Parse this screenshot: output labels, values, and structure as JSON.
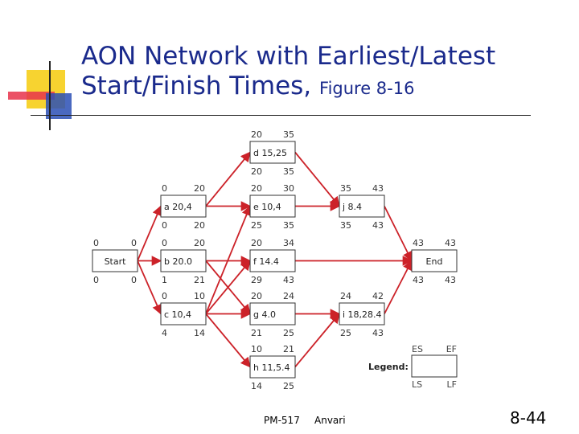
{
  "slide": {
    "title_line1": "AON Network with Earliest/Latest",
    "title_line2_main": "Start/Finish Times,",
    "title_line2_small": "Figure 8-16",
    "footer_course": "PM-517",
    "footer_author": "Anvari",
    "page_number": "8-44"
  },
  "colors": {
    "title": "#1a2a8c",
    "arrow": "#cc2229",
    "node_border": "#333333",
    "accent_yellow": "#f7d330",
    "accent_red": "#e8324b",
    "accent_blue": "#2a4fb5"
  },
  "nodes": [
    {
      "id": "start",
      "label": "Start",
      "es": "0",
      "ef": "0",
      "ls": "0",
      "lf": "0"
    },
    {
      "id": "a",
      "label": "a 20,4",
      "es": "0",
      "ef": "20",
      "ls": "0",
      "lf": "20"
    },
    {
      "id": "b",
      "label": "b 20.0",
      "es": "0",
      "ef": "20",
      "ls": "1",
      "lf": "21"
    },
    {
      "id": "c",
      "label": "c 10,4",
      "es": "0",
      "ef": "10",
      "ls": "4",
      "lf": "14"
    },
    {
      "id": "d",
      "label": "d 15,25",
      "es": "20",
      "ef": "35",
      "ls": "20",
      "lf": "35"
    },
    {
      "id": "e",
      "label": "e 10,4",
      "es": "20",
      "ef": "30",
      "ls": "25",
      "lf": "35"
    },
    {
      "id": "f",
      "label": "f 14.4",
      "es": "20",
      "ef": "34",
      "ls": "29",
      "lf": "43"
    },
    {
      "id": "g",
      "label": "g 4.0",
      "es": "20",
      "ef": "24",
      "ls": "21",
      "lf": "25"
    },
    {
      "id": "h",
      "label": "h 11,5.4",
      "es": "10",
      "ef": "21",
      "ls": "14",
      "lf": "25"
    },
    {
      "id": "j",
      "label": "j 8.4",
      "es": "35",
      "ef": "43",
      "ls": "35",
      "lf": "43"
    },
    {
      "id": "i",
      "label": "i 18,28.4",
      "es": "24",
      "ef": "42",
      "ls": "25",
      "lf": "43"
    },
    {
      "id": "end",
      "label": "End",
      "es": "43",
      "ef": "43",
      "ls": "43",
      "lf": "43"
    }
  ],
  "edges": [
    [
      "start",
      "a"
    ],
    [
      "start",
      "b"
    ],
    [
      "start",
      "c"
    ],
    [
      "a",
      "d"
    ],
    [
      "a",
      "e"
    ],
    [
      "b",
      "f"
    ],
    [
      "b",
      "g"
    ],
    [
      "c",
      "e"
    ],
    [
      "c",
      "f"
    ],
    [
      "c",
      "g"
    ],
    [
      "c",
      "h"
    ],
    [
      "d",
      "j"
    ],
    [
      "e",
      "j"
    ],
    [
      "f",
      "end"
    ],
    [
      "g",
      "i"
    ],
    [
      "h",
      "i"
    ],
    [
      "j",
      "end"
    ],
    [
      "i",
      "end"
    ]
  ],
  "legend": {
    "label": "Legend:",
    "es": "ES",
    "ef": "EF",
    "ls": "LS",
    "lf": "LF"
  }
}
